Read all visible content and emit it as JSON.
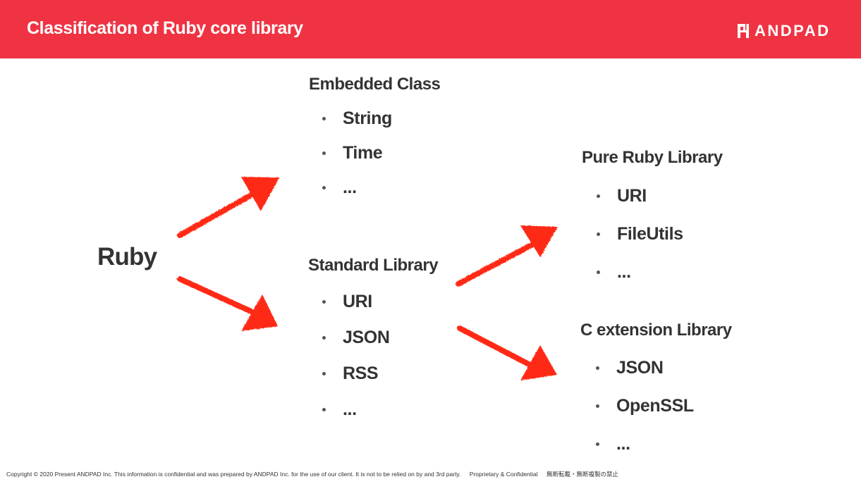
{
  "header": {
    "title": "Classification of Ruby core library",
    "logo_text": "ANDPAD",
    "logo_icon": "andpad-logo-mark",
    "background_color": "#ef3343",
    "text_color": "#ffffff"
  },
  "diagram": {
    "root_label": "Ruby",
    "arrow_color": "#ff2a14",
    "groups": [
      {
        "heading": "Embedded Class",
        "items": [
          "String",
          "Time",
          "..."
        ]
      },
      {
        "heading": "Standard Library",
        "items": [
          "URI",
          "JSON",
          "RSS",
          "..."
        ]
      },
      {
        "heading": "Pure Ruby Library",
        "items": [
          "URI",
          "FileUtils",
          "..."
        ]
      },
      {
        "heading": "C extension Library",
        "items": [
          "JSON",
          "OpenSSL",
          "..."
        ]
      }
    ]
  },
  "footer": {
    "copyright": "Copyright © 2020 Present ANDPAD Inc. This information is confidential and was prepared by ANDPAD Inc. for the use of our client. It is not to be relied on by and 3rd party.",
    "proprietary": "Proprietary & Confidential",
    "notice_jp": "無断転載・無断複製の禁止"
  }
}
